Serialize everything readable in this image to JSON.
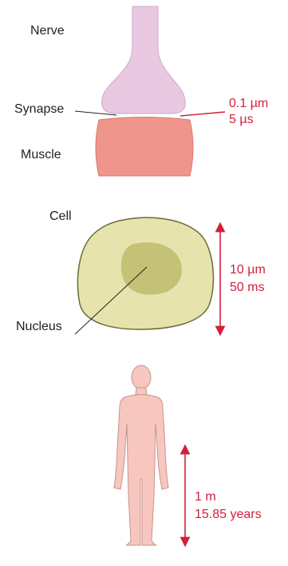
{
  "colors": {
    "nerve_fill": "#e9c9e2",
    "muscle_fill": "#f0958c",
    "cell_fill": "#e6e3ad",
    "nucleus_fill": "#c5c278",
    "body_fill": "#f7c7bf",
    "accent_red": "#d21f3c",
    "label_text": "#222222"
  },
  "synapse_panel": {
    "nerve_label": "Nerve",
    "synapse_label": "Synapse",
    "muscle_label": "Muscle",
    "length": "0.1 µm",
    "time": "5 µs"
  },
  "cell_panel": {
    "cell_label": "Cell",
    "nucleus_label": "Nucleus",
    "length": "10 µm",
    "time": "50 ms"
  },
  "body_panel": {
    "length": "1 m",
    "time": "15.85 years"
  }
}
